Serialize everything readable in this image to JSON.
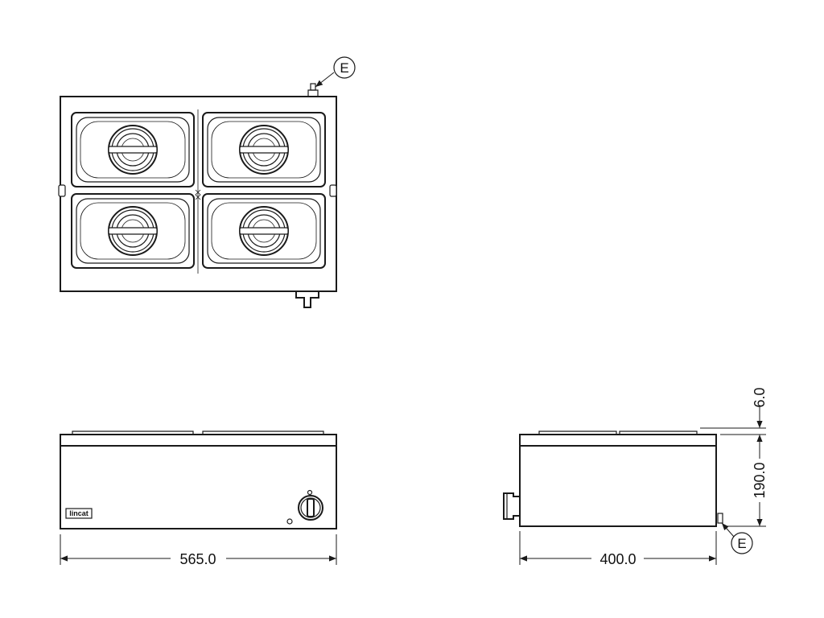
{
  "dimensions": {
    "width": "565.0",
    "depth": "400.0",
    "height": "190.0",
    "lid_height": "6.0"
  },
  "callouts": {
    "top_view": "E",
    "side_view": "E"
  },
  "brand": {
    "logo_text": "lincat"
  }
}
